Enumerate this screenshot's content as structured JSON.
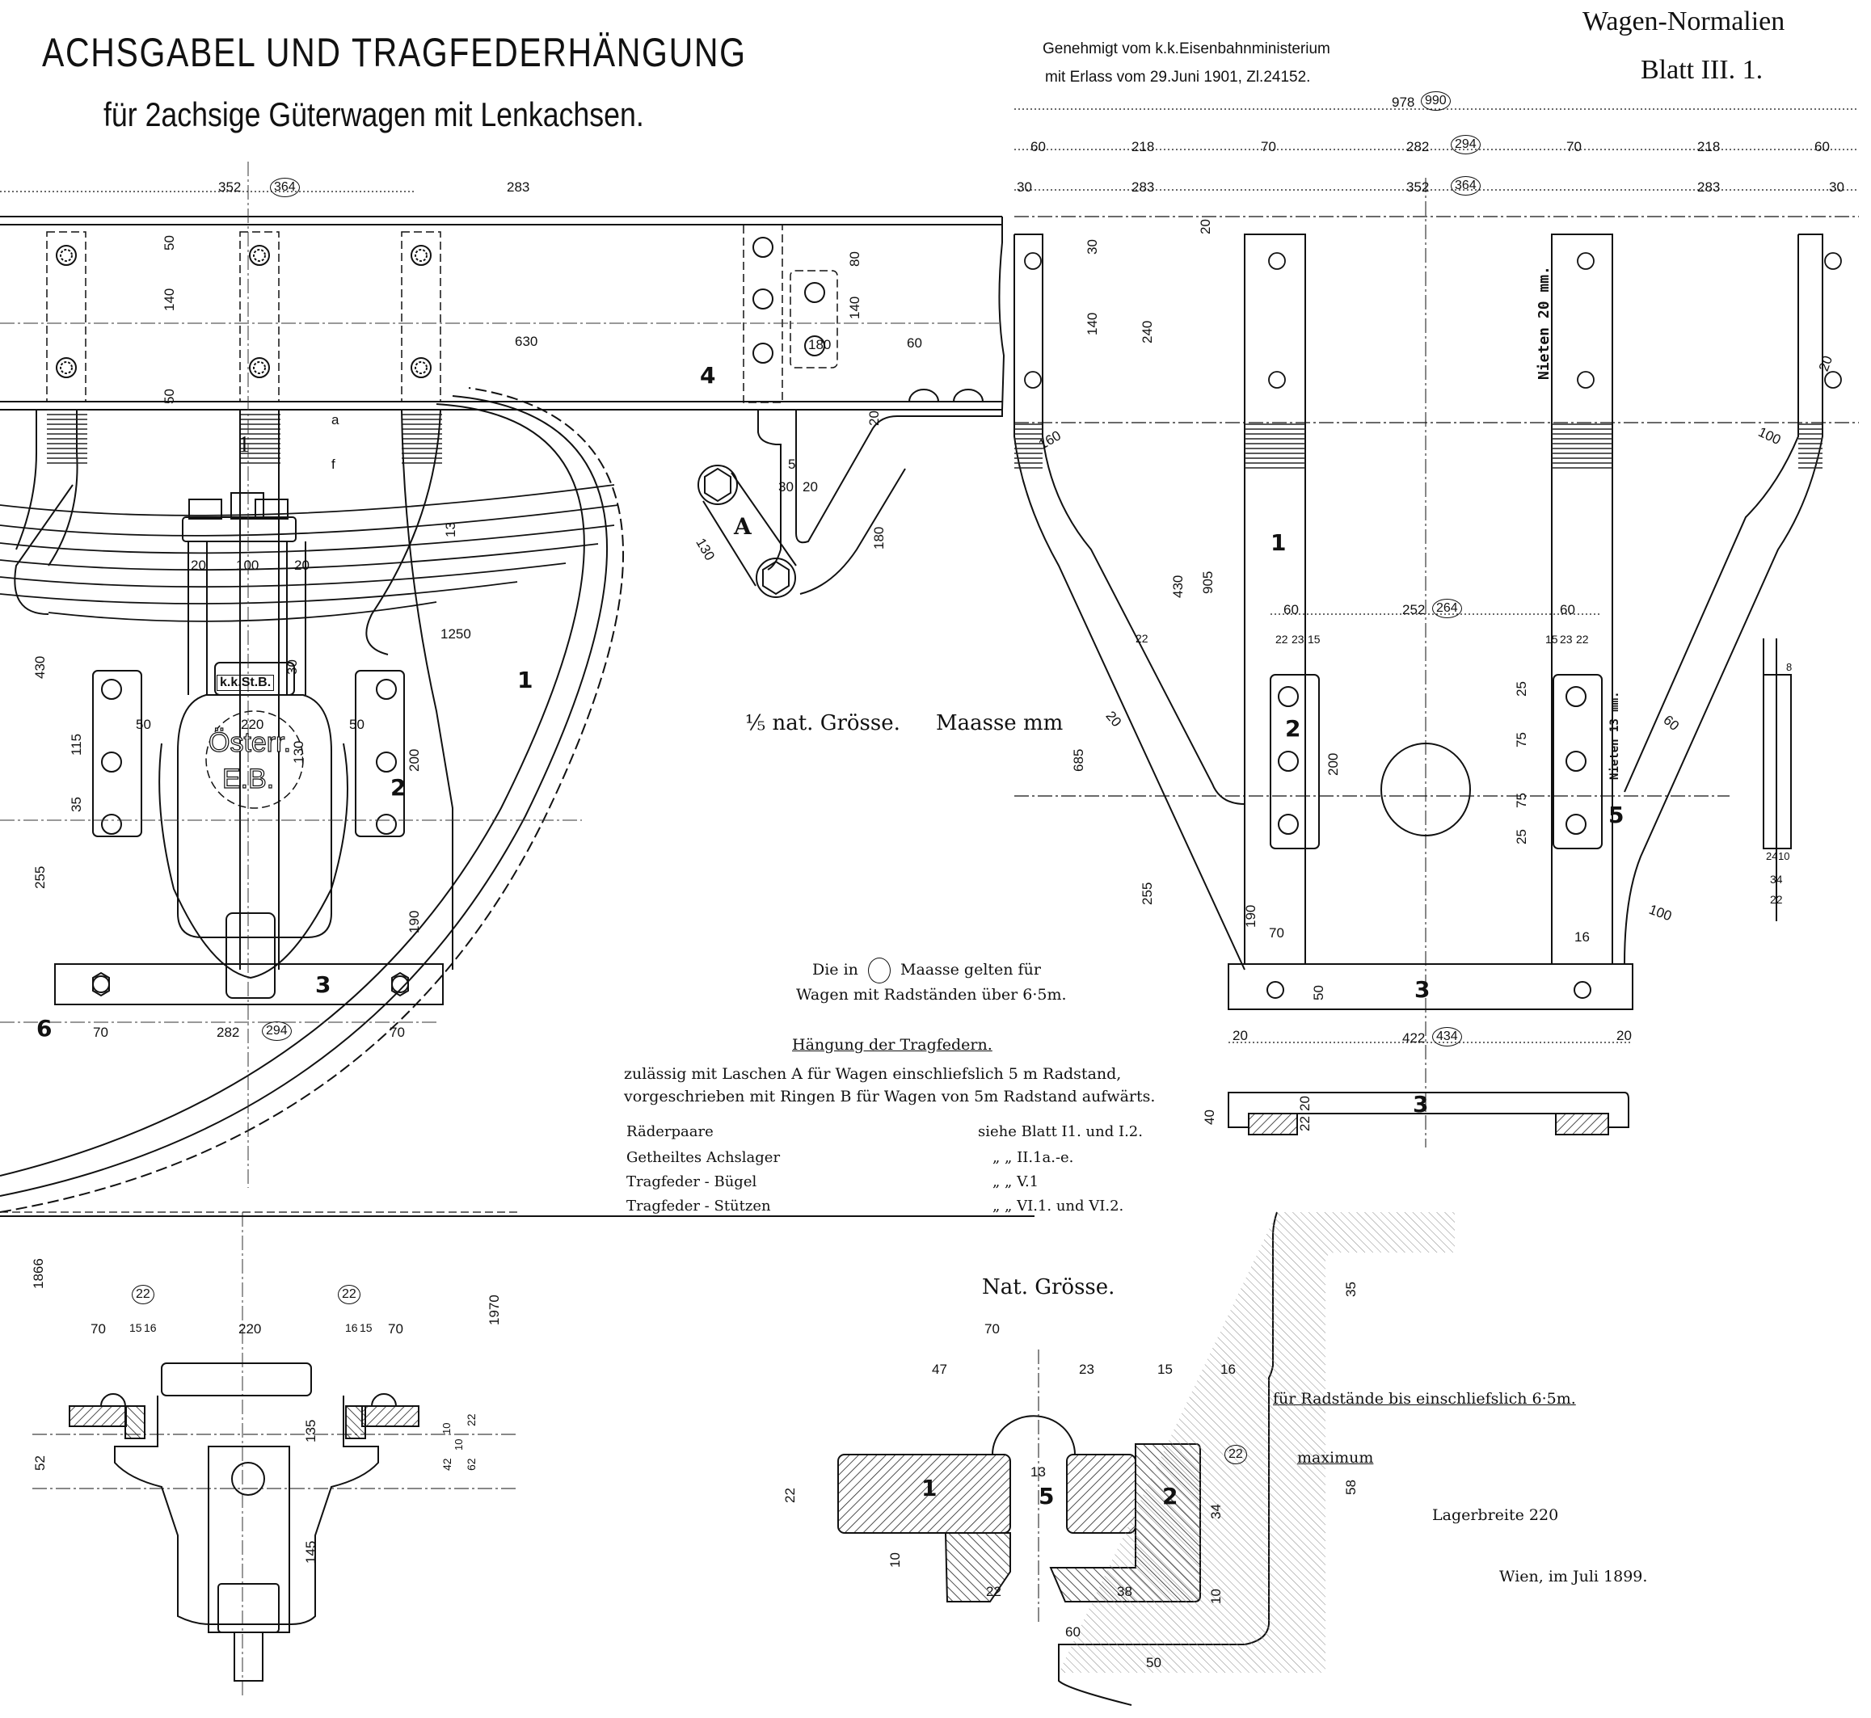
{
  "header": {
    "title": "ACHSGABEL UND TRAGFEDERHÄNGUNG",
    "subtitle": "für 2achsige Güterwagen mit Lenkachsen.",
    "approval_line1": "Genehmigt vom k.k.Eisenbahnministerium",
    "approval_line2": "mit Erlass vom 29.Juni 1901, Zl.24152.",
    "series": "Wagen-Normalien",
    "sheet": "Blatt III. 1."
  },
  "scale_note": {
    "scale": "⅕ nat. Grösse.",
    "units": "Maasse mm"
  },
  "circled_note": {
    "prefix": "Die in",
    "suffix": "Maasse gelten für",
    "line2": "Wagen mit Radständen über 6·5m."
  },
  "suspension_note": {
    "heading": "Hängung der Tragfedern.",
    "line1": "zulässig mit Laschen A für Wagen einschliefslich 5 m Radstand,",
    "line2": "vorgeschrieben mit Ringen B für Wagen von 5m Radstand aufwärts."
  },
  "references": [
    {
      "item": "Räderpaare",
      "ref": "siehe Blatt I1. und I.2."
    },
    {
      "item": "Getheiltes Achslager",
      "ref": "„ „ II.1a.-e."
    },
    {
      "item": "Tragfeder - Bügel",
      "ref": "„ „ V.1"
    },
    {
      "item": "Tragfeder - Stützen",
      "ref": "„ „ VI.1. und VI.2."
    }
  ],
  "detail": {
    "scale": "Nat. Grösse.",
    "note_radstand": "für Radstände bis einschliefslich 6·5m.",
    "note_maximum": "maximum",
    "bearing_width": "Lagerbreite 220",
    "dims": {
      "d70": "70",
      "d47": "47",
      "d23": "23",
      "d15": "15",
      "d16": "16",
      "d22": "22",
      "d13": "13",
      "d10a": "10",
      "d10b": "10",
      "d22b": "22",
      "d38": "38",
      "d60": "60",
      "d50": "50",
      "d34": "34",
      "d35": "35",
      "d58": "58",
      "c22": "22"
    },
    "parts": {
      "p1": "1",
      "p2": "2",
      "p5": "5"
    }
  },
  "footer": {
    "place_date": "Wien, im Juli 1899."
  },
  "side_view": {
    "dims": {
      "d352": "352",
      "c364": "364",
      "d283": "283",
      "d630": "630",
      "d50a": "50",
      "d140": "140",
      "d50b": "50",
      "d100": "100",
      "d20a": "20",
      "d20b": "20",
      "d13": "13",
      "d1250": "1250",
      "d430": "430",
      "d115": "115",
      "d35": "35",
      "d255": "255",
      "d220": "220",
      "d50c": "50",
      "d50d": "50",
      "d130": "130",
      "d200": "200",
      "d190": "190",
      "d70a": "70",
      "d282": "282",
      "c294": "294",
      "d70b": "70",
      "d80": "80",
      "d180a": "180",
      "d140b": "140",
      "d60": "60",
      "d20c": "20",
      "d5": "5",
      "d30": "30",
      "d20d": "20",
      "d180b": "180",
      "d130b": "130",
      "f": "f",
      "a": "a",
      "d30b": "30"
    },
    "stamp1": "k.k.St.B.",
    "stamp2": "Österr.",
    "stamp3": "E.B.",
    "parts": {
      "p1a": "1",
      "p1b": "1",
      "p2": "2",
      "p3": "3",
      "p4": "4",
      "p6": "6",
      "pA": "A"
    }
  },
  "front_view": {
    "dims": {
      "d978": "978",
      "c990": "990",
      "d60a": "60",
      "d218a": "218",
      "d70a": "70",
      "d282": "282",
      "c294": "294",
      "d70b": "70",
      "d218b": "218",
      "d60b": "60",
      "d30a": "30",
      "d283a": "283",
      "d352": "352",
      "c364": "364",
      "d283b": "283",
      "d30b": "30",
      "d20": "20",
      "d30c": "30",
      "d140": "140",
      "d240": "240",
      "d160": "160",
      "d100a": "100",
      "d430": "430",
      "d905": "905",
      "d60c": "60",
      "d252": "252",
      "c264": "264",
      "d60d": "60",
      "d22a": "22",
      "d23a": "23",
      "d15a": "15",
      "d15b": "15",
      "d23b": "23",
      "d22b": "22",
      "d200": "200",
      "d25a": "25",
      "d75a": "75",
      "d75b": "75",
      "d25b": "25",
      "d20b": "20",
      "d60e": "60",
      "d685": "685",
      "d255": "255",
      "d190": "190",
      "d70c": "70",
      "d16": "16",
      "d100b": "100",
      "d50": "50",
      "d20c": "20",
      "d422": "422",
      "c434": "434",
      "d20d": "20",
      "d40": "40",
      "d20e": "20",
      "d22c": "22",
      "d24": "24",
      "d10": "10",
      "d34": "34",
      "d22d": "22",
      "d8": "8",
      "d20f": "20"
    },
    "rivet_note_20": "Nieten 20 mm.",
    "rivet_note_13": "Nieten 13 mm.",
    "parts": {
      "p1": "1",
      "p2": "2",
      "p3a": "3",
      "p3b": "3",
      "p5": "5"
    }
  },
  "section_view": {
    "dims": {
      "d1866": "1866",
      "c22a": "22",
      "c22b": "22",
      "d70a": "70",
      "d15a": "15",
      "d16a": "16",
      "d220": "220",
      "d16b": "16",
      "d15b": "15",
      "d70b": "70",
      "d1970": "1970",
      "d52": "52",
      "d135": "135",
      "d145": "145",
      "d42": "42",
      "d62": "62",
      "d10a": "10",
      "d10b": "10",
      "d22": "22"
    }
  }
}
